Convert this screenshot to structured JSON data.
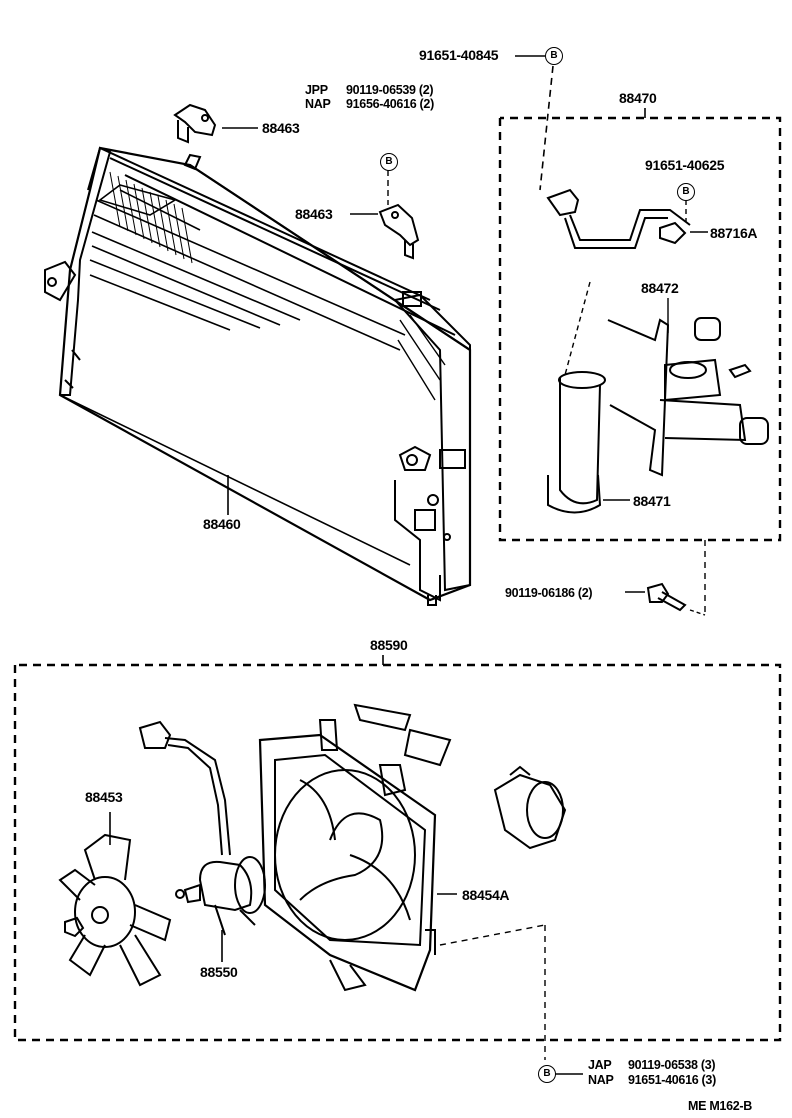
{
  "labels": {
    "part_88463_a": "88463",
    "part_88463_b": "88463",
    "part_88460": "88460",
    "part_88470": "88470",
    "part_88716a": "88716A",
    "part_88472": "88472",
    "part_88471": "88471",
    "bolt_90119_06186": "90119-06186 (2)",
    "part_88590": "88590",
    "part_88453": "88453",
    "part_88550": "88550",
    "part_88454a": "88454A",
    "bolt_91651_40845": "91651-40845",
    "bolt_91651_40625": "91651-40625",
    "jpp_label": "JPP",
    "jpp_part": "90119-06539 (2)",
    "nap_label_top": "NAP",
    "nap_part_top": "91656-40616 (2)",
    "jap_label": "JAP",
    "jap_part": "90119-06538 (3)",
    "nap_label_bottom": "NAP",
    "nap_part_bottom": "91651-40616 (3)",
    "footer_code": "ME  M162-B"
  },
  "callouts": {
    "b_top": "B",
    "b_upper_mid": "B",
    "b_right": "B",
    "b_bottom": "B"
  }
}
